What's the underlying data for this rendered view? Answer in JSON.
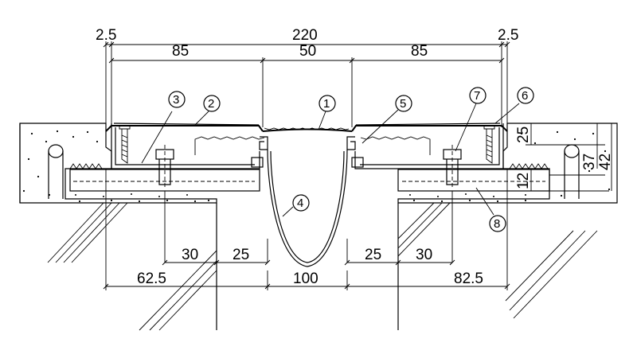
{
  "dimensions": {
    "top_left_gap": "2.5",
    "top_total": "220",
    "top_right_gap": "2.5",
    "cover_left": "85",
    "cover_center": "50",
    "cover_right": "85",
    "right_upper": "25",
    "right_mid": "37",
    "right_total": "42",
    "right_lower": "12",
    "bottom_left_30": "30",
    "bottom_left_25": "25",
    "bottom_right_25": "25",
    "bottom_right_30": "30",
    "bottom_left_total": "62.5",
    "bottom_center": "100",
    "bottom_right_total": "82.5"
  },
  "callouts": [
    "1",
    "2",
    "3",
    "4",
    "5",
    "6",
    "7",
    "8"
  ]
}
